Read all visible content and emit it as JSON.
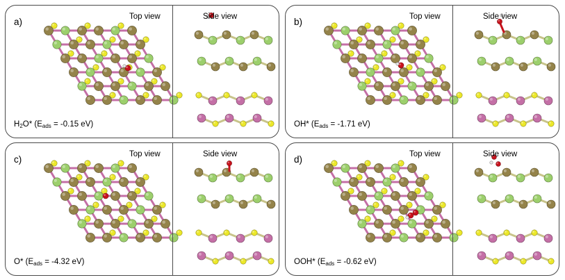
{
  "panels": [
    {
      "id": "a",
      "label": "a)",
      "top_view": "Top view",
      "side_view": "Side view",
      "species": "H",
      "species_sub": "2",
      "species_rest": "O* (E",
      "e_sub": "ads",
      "e_rest": " = -0.15 eV)",
      "adsorbate": "H2O"
    },
    {
      "id": "b",
      "label": "b)",
      "top_view": "Top view",
      "side_view": "Side view",
      "species": "OH* (E",
      "species_sub": "",
      "species_rest": "",
      "e_sub": "ads",
      "e_rest": " = -1.71 eV)",
      "adsorbate": "OH"
    },
    {
      "id": "c",
      "label": "c)",
      "top_view": "Top view",
      "side_view": "Side view",
      "species": "O* (E",
      "species_sub": "",
      "species_rest": "",
      "e_sub": "ads",
      "e_rest": " = -4.32 eV)",
      "adsorbate": "O"
    },
    {
      "id": "d",
      "label": "d)",
      "top_view": "Top view",
      "side_view": "Side view",
      "species": "OOH* (E",
      "species_sub": "",
      "species_rest": "",
      "e_sub": "ads",
      "e_rest": " = -0.62 eV)",
      "adsorbate": "OOH"
    }
  ],
  "colors": {
    "green_atom": "#9ccf6c",
    "brown_atom": "#94834a",
    "yellow_atom": "#ece82a",
    "pink_atom": "#c46fa6",
    "oxygen_atom": "#c8121c",
    "hydrogen_atom": "#e6e6e6",
    "border": "#4a4a4a"
  }
}
